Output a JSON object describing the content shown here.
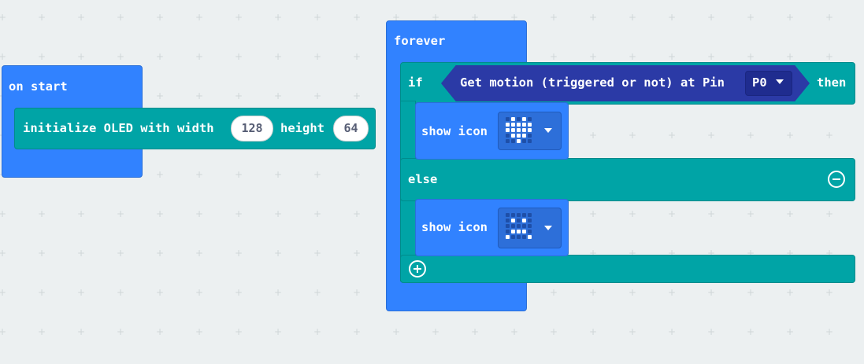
{
  "on_start": {
    "hat_label": "on start",
    "oled_block": {
      "label": "initialize OLED with width",
      "width_value": "128",
      "height_label": "height",
      "height_value": "64"
    }
  },
  "forever": {
    "hat_label": "forever",
    "if_label": "if",
    "condition": {
      "label": "Get motion (triggered or not) at Pin",
      "pin_value": "P0"
    },
    "then_label": "then",
    "show_icon_then": {
      "label": "show icon",
      "icon": "heart-icon"
    },
    "else_label": "else",
    "show_icon_else": {
      "label": "show icon",
      "icon": "sad-face-icon"
    },
    "remove_else_icon": "minus-circle-icon",
    "add_else_icon": "plus-circle-icon"
  },
  "colors": {
    "basic": "#3182ff",
    "logic": "#00a4a6",
    "sensor": "#2b3aa6",
    "workspace": "#ecf0f1"
  }
}
